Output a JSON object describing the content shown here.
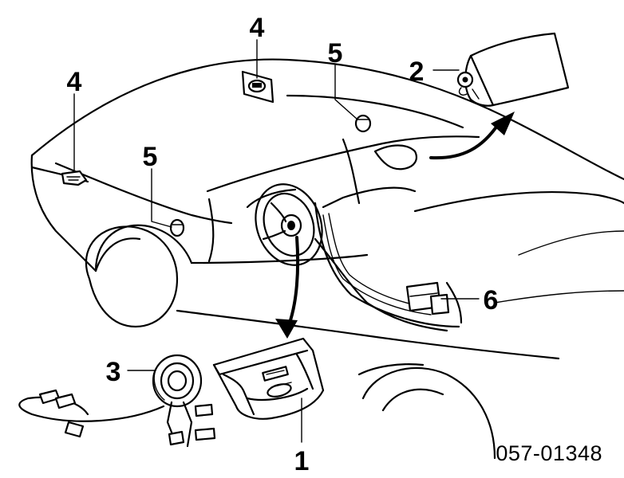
{
  "callouts": {
    "c1": "1",
    "c2": "2",
    "c3": "3",
    "c4_left": "4",
    "c4_top": "4",
    "c5_left": "5",
    "c5_top": "5",
    "c6": "6"
  },
  "part_number": "057-01348"
}
